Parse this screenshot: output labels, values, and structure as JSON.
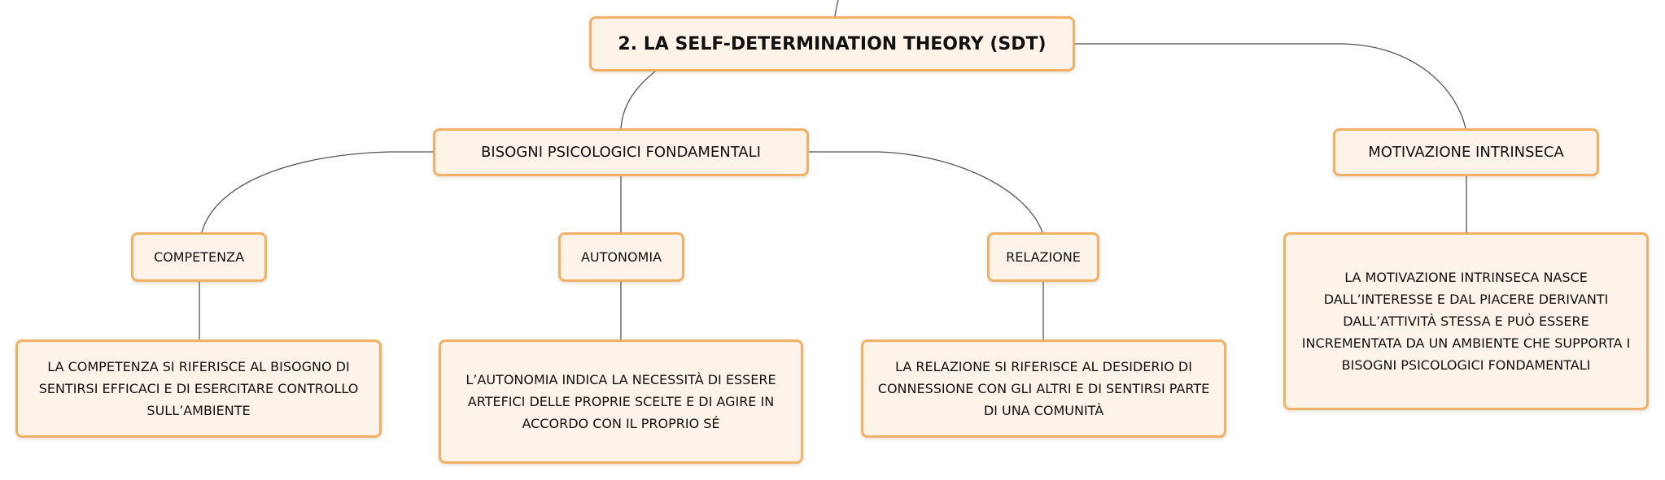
{
  "diagram": {
    "root": {
      "label": "2. LA SELF-DETERMINATION THEORY (SDT)"
    },
    "needs": {
      "label": "BISOGNI PSICOLOGICI FONDAMENTALI"
    },
    "intrinsic": {
      "label": "MOTIVAZIONE INTRINSECA"
    },
    "competenza": {
      "label": "COMPETENZA"
    },
    "autonomia": {
      "label": "AUTONOMIA"
    },
    "relazione": {
      "label": "RELAZIONE"
    },
    "competenza_desc": {
      "label": "LA COMPETENZA SI RIFERISCE AL BISOGNO DI SENTIRSI EFFICACI E DI ESERCITARE CONTROLLO SULL’AMBIENTE"
    },
    "autonomia_desc": {
      "label": "L’AUTONOMIA INDICA LA NECESSITÀ DI ESSERE ARTEFICI DELLE PROPRIE SCELTE E DI AGIRE IN ACCORDO CON IL PROPRIO SÉ"
    },
    "relazione_desc": {
      "label": "LA RELAZIONE SI RIFERISCE AL DESIDERIO DI CONNESSIONE CON GLI ALTRI E DI SENTIRSI PARTE DI UNA COMUNITÀ"
    },
    "intrinsic_desc": {
      "label": "LA MOTIVAZIONE INTRINSECA NASCE DALL’INTERESSE E DAL PIACERE DERIVANTI DALL’ATTIVITÀ STESSA E PUÒ ESSERE INCREMENTATA DA UN AMBIENTE CHE SUPPORTA I BISOGNI PSICOLOGICI FONDAMENTALI"
    }
  },
  "colors": {
    "node_fill": "#fdf3e8",
    "node_border": "#f2b067",
    "connector": "#555555",
    "text": "#111111"
  }
}
